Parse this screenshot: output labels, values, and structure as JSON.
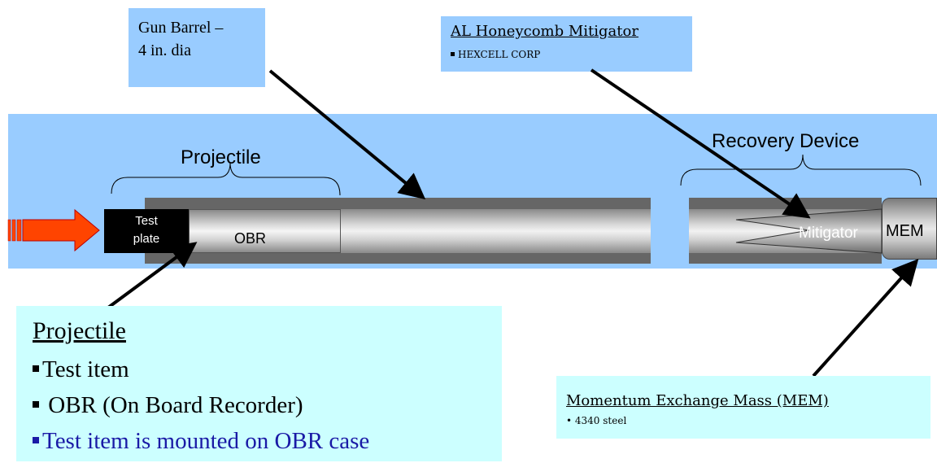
{
  "callouts": {
    "gun_barrel": {
      "line1": "Gun Barrel –",
      "line2": "4 in. dia"
    },
    "al_mitigator": {
      "title": "AL Honeycomb Mitigator",
      "bullet": "HEXCELL CORP"
    },
    "projectile": {
      "title": "Projectile",
      "items": [
        {
          "text": "Test item"
        },
        {
          "text": " OBR (On Board Recorder)"
        },
        {
          "text": "Test item is mounted on OBR case"
        }
      ]
    },
    "mem": {
      "title": "Momentum Exchange Mass (MEM)",
      "bullet": "4340 steel"
    }
  },
  "labels": {
    "projectile_brace": "Projectile",
    "recovery_brace": "Recovery Device",
    "test_plate_line1": "Test",
    "test_plate_line2": "plate",
    "obr": "OBR",
    "mitigator": "Mitigator",
    "mem": "MEM"
  },
  "colors": {
    "band": "#99ccff",
    "callout_light": "#ccffff",
    "arrow_red": "#ff4400",
    "highlight_text": "#1a1aa6"
  },
  "icons": {
    "input_arrow": "red-right-arrow",
    "pointer": "black-arrow"
  }
}
